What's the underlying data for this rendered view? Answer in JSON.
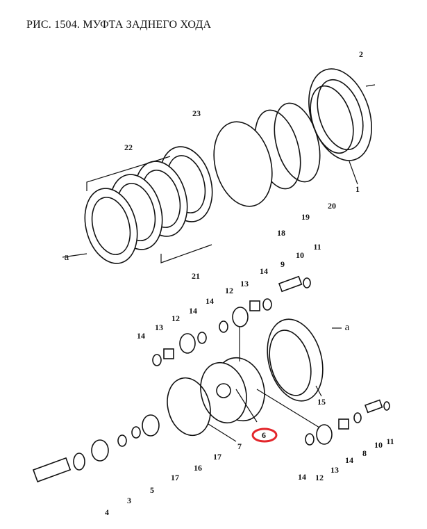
{
  "title": "РИС. 1504. МУФТА ЗАДНЕГО ХОДА",
  "highlight_color": "#e3262b",
  "highlighted_part": "6",
  "labels": [
    "2",
    "23",
    "22",
    "1",
    "20",
    "19",
    "18",
    "21",
    "a",
    "10",
    "11",
    "9",
    "14",
    "13",
    "12",
    "14",
    "14",
    "12",
    "13",
    "14",
    "a",
    "15",
    "6",
    "7",
    "17",
    "16",
    "17",
    "5",
    "3",
    "4",
    "8",
    "10",
    "11",
    "14",
    "13",
    "12",
    "14"
  ]
}
